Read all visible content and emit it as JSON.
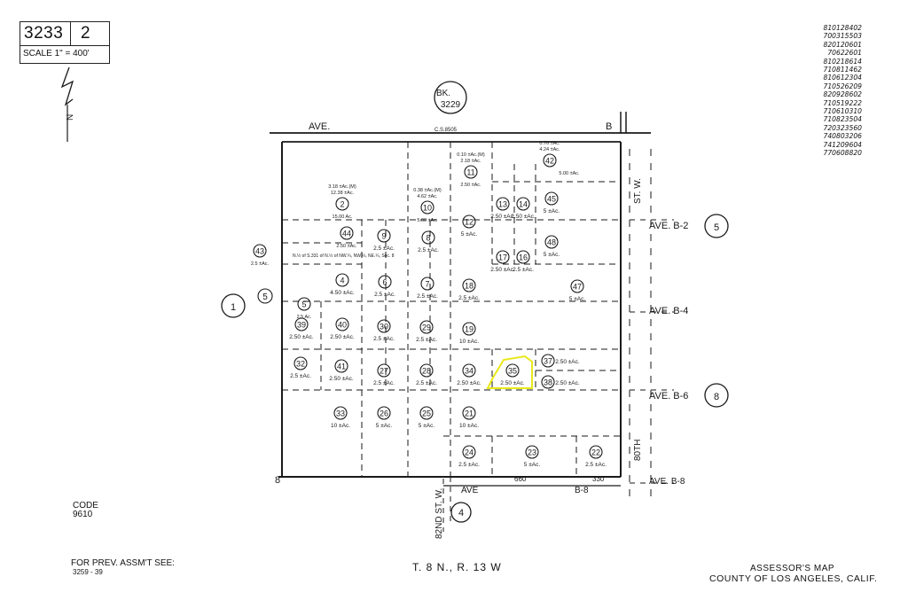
{
  "header": {
    "book_number": "3233",
    "page_number": "2",
    "scale": "SCALE 1\" = 400'"
  },
  "references": [
    "810128402",
    "700315503",
    "820120601",
    "70622601",
    "810218614",
    "710811462",
    "810612304",
    "710526209",
    "820928602",
    "710519222",
    "710610310",
    "710823504",
    "720323560",
    "740803206",
    "741209604",
    "770608820"
  ],
  "adjacent_books": {
    "north_book": "BK.",
    "north_book_number": "3229",
    "west_page": "1",
    "east_page_top": "5",
    "east_page_bottom": "8",
    "south_page": "4",
    "west_small_page": "5"
  },
  "streets": {
    "north_ave": "AVE.",
    "north_ave_letter": "B",
    "north_cs": "C.S.8505",
    "ave_b2": "AVE. B-2",
    "ave_b4": "AVE. B-4",
    "ave_b6": "AVE. B-6",
    "ave_b8_east": "AVE. B-8",
    "south_ave": "AVE",
    "south_ave_letter": "B-8",
    "st_w_80th": "80TH",
    "st_w_label": "ST. W.",
    "st_82nd": "82ND ST. W.",
    "dim_660": "660",
    "dim_330": "330",
    "corner_num": "8"
  },
  "parcels": [
    {
      "id": "2",
      "area": "15.00 Ac.",
      "note": "3.18 ±Ac.(M)",
      "note2": "12.38 ±Ac."
    },
    {
      "id": "44",
      "area": "2.50 ±Ac."
    },
    {
      "id": "43",
      "area": "2.5 ±Ac."
    },
    {
      "id": "4",
      "area": "4.50 ±Ac."
    },
    {
      "id": "5",
      "area": "2.5 Ac."
    },
    {
      "id": "9",
      "area": "2.5 ±Ac."
    },
    {
      "id": "8",
      "area": "2.5 ±Ac."
    },
    {
      "id": "10",
      "area": "5.00 ±Ac.",
      "note": "0.38 ±Ac.(M)",
      "note2": "4.62 ±Ac."
    },
    {
      "id": "11",
      "area": "2.50 ±Ac.",
      "note": "0.10 ±Ac.(M)",
      "note2": "2.18 ±Ac."
    },
    {
      "id": "12",
      "area": "5 ±Ac."
    },
    {
      "id": "13",
      "area": "2.50 ±Ac."
    },
    {
      "id": "14",
      "area": "2.50 ±Ac."
    },
    {
      "id": "42",
      "area": "5.00 ±Ac.",
      "note": "0.76 ±Ac.",
      "note2": "4.24 ±Ac."
    },
    {
      "id": "45",
      "area": "5 ±Ac."
    },
    {
      "id": "17",
      "area": "2.50 ±Ac."
    },
    {
      "id": "16",
      "area": "2.5 ±Ac."
    },
    {
      "id": "48",
      "area": "5 ±Ac."
    },
    {
      "id": "47",
      "area": "5 ±Ac."
    },
    {
      "id": "6",
      "area": "2.5 ±Ac."
    },
    {
      "id": "7",
      "area": "2.5 ±Ac."
    },
    {
      "id": "18",
      "area": "2.5 ±Ac."
    },
    {
      "id": "39",
      "area": "2.50 ±Ac."
    },
    {
      "id": "40",
      "area": "2.50 ±Ac."
    },
    {
      "id": "30",
      "area": "2.5 ±Ac."
    },
    {
      "id": "29",
      "area": "2.5 ±Ac."
    },
    {
      "id": "19",
      "area": "10 ±Ac."
    },
    {
      "id": "32",
      "area": "2.5 ±Ac."
    },
    {
      "id": "41",
      "area": "2.50 ±Ac."
    },
    {
      "id": "27",
      "area": "2.5 ±Ac."
    },
    {
      "id": "28",
      "area": "2.5 ±Ac."
    },
    {
      "id": "34",
      "area": "2.50 ±Ac."
    },
    {
      "id": "35",
      "area": "2.50 ±Ac."
    },
    {
      "id": "37",
      "area": "2.50 ±Ac."
    },
    {
      "id": "38",
      "area": "2.50 ±Ac."
    },
    {
      "id": "33",
      "area": "10 ±Ac."
    },
    {
      "id": "26",
      "area": "5 ±Ac."
    },
    {
      "id": "25",
      "area": "5 ±Ac."
    },
    {
      "id": "21",
      "area": "10 ±Ac."
    },
    {
      "id": "24",
      "area": "2.5 ±Ac."
    },
    {
      "id": "23",
      "area": "5 ±Ac."
    },
    {
      "id": "22",
      "area": "2.5 ±Ac."
    }
  ],
  "parcel_note": "N.½ of S.331 of N.½ of NW.¼, NW.¼, NE.¼, Sec. 8",
  "highlight_color": "#e8e81a",
  "ink_color": "#1a1a1a",
  "footer": {
    "code_label": "CODE",
    "code_value": "9610",
    "prev_label": "FOR PREV. ASSM'T SEE:",
    "prev_value": "3259 - 39",
    "township": "T. 8 N., R. 13 W",
    "assessor": "ASSESSOR'S MAP",
    "county": "COUNTY OF LOS ANGELES, CALIF."
  },
  "north_arrow_label": "N"
}
